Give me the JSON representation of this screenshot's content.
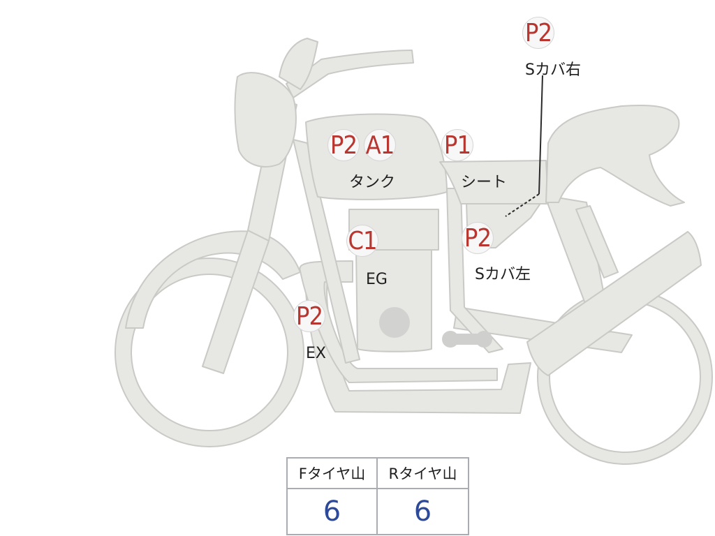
{
  "inspection": {
    "badges": {
      "tank_p": "P2",
      "tank_a": "A1",
      "seat": "P1",
      "side_cover_right": "P2",
      "side_cover_left": "P2",
      "engine": "C1",
      "exhaust": "P2"
    },
    "labels": {
      "tank": "タンク",
      "seat": "シート",
      "side_cover_right": "Sカバ右",
      "side_cover_left": "Sカバ左",
      "engine": "EG",
      "exhaust": "EX"
    }
  },
  "tire_table": {
    "front_header": "Fタイヤ山",
    "rear_header": "Rタイヤ山",
    "front_value": "6",
    "rear_value": "6"
  },
  "colors": {
    "body_fill": "#e7e7e4",
    "body_stroke": "#c9c9c6",
    "grade_text": "#b8362f",
    "value_text": "#2d4a9a"
  }
}
